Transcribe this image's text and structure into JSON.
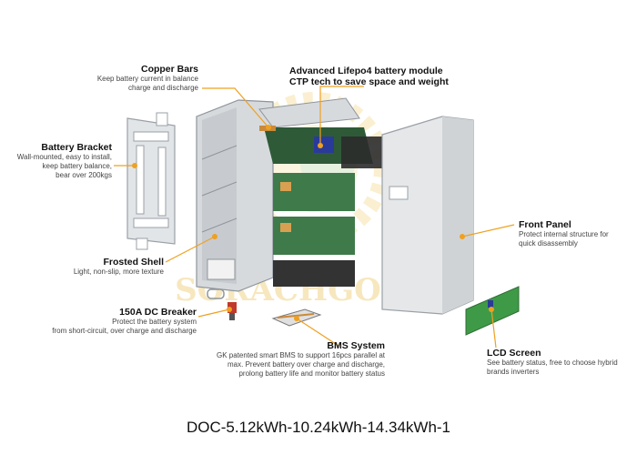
{
  "callouts": {
    "copper_bars": {
      "title": "Copper Bars",
      "desc": [
        "Keep battery current in balance",
        "charge and discharge"
      ]
    },
    "module": {
      "title_lines": [
        "Advanced Lifepo4 battery module",
        "CTP tech to save space and weight"
      ]
    },
    "bracket": {
      "title": "Battery Bracket",
      "desc": [
        "Wall-mounted, easy to install,",
        "keep battery balance,",
        "bear over 200kgs"
      ]
    },
    "front_panel": {
      "title": "Front Panel",
      "desc": [
        "Protect internal structure for",
        "quick disassembly"
      ]
    },
    "frosted_shell": {
      "title": "Frosted Shell",
      "desc": [
        "Light, non-slip, more texture"
      ]
    },
    "breaker": {
      "title": "150A DC Breaker",
      "desc": [
        "Protect the battery system",
        "from short-circuit, over charge and discharge"
      ]
    },
    "bms": {
      "title": "BMS System",
      "desc": [
        "GK patented smart BMS to support 16pcs parallel at",
        "max. Prevent battery over charge and discharge,",
        "prolong battery life and monitor battery status"
      ]
    },
    "lcd": {
      "title": "LCD Screen",
      "desc": [
        "See battery status, free to choose hybrid",
        "brands inverters"
      ]
    }
  },
  "watermark": "SORACHGOOD",
  "caption": "DOC-5.12kWh-10.24kWh-14.34kWh-1",
  "colors": {
    "leader": "#f0a020",
    "dot": "#f0a020",
    "module_green": "#3f7a4a",
    "lcd_green": "#3f9a48"
  }
}
